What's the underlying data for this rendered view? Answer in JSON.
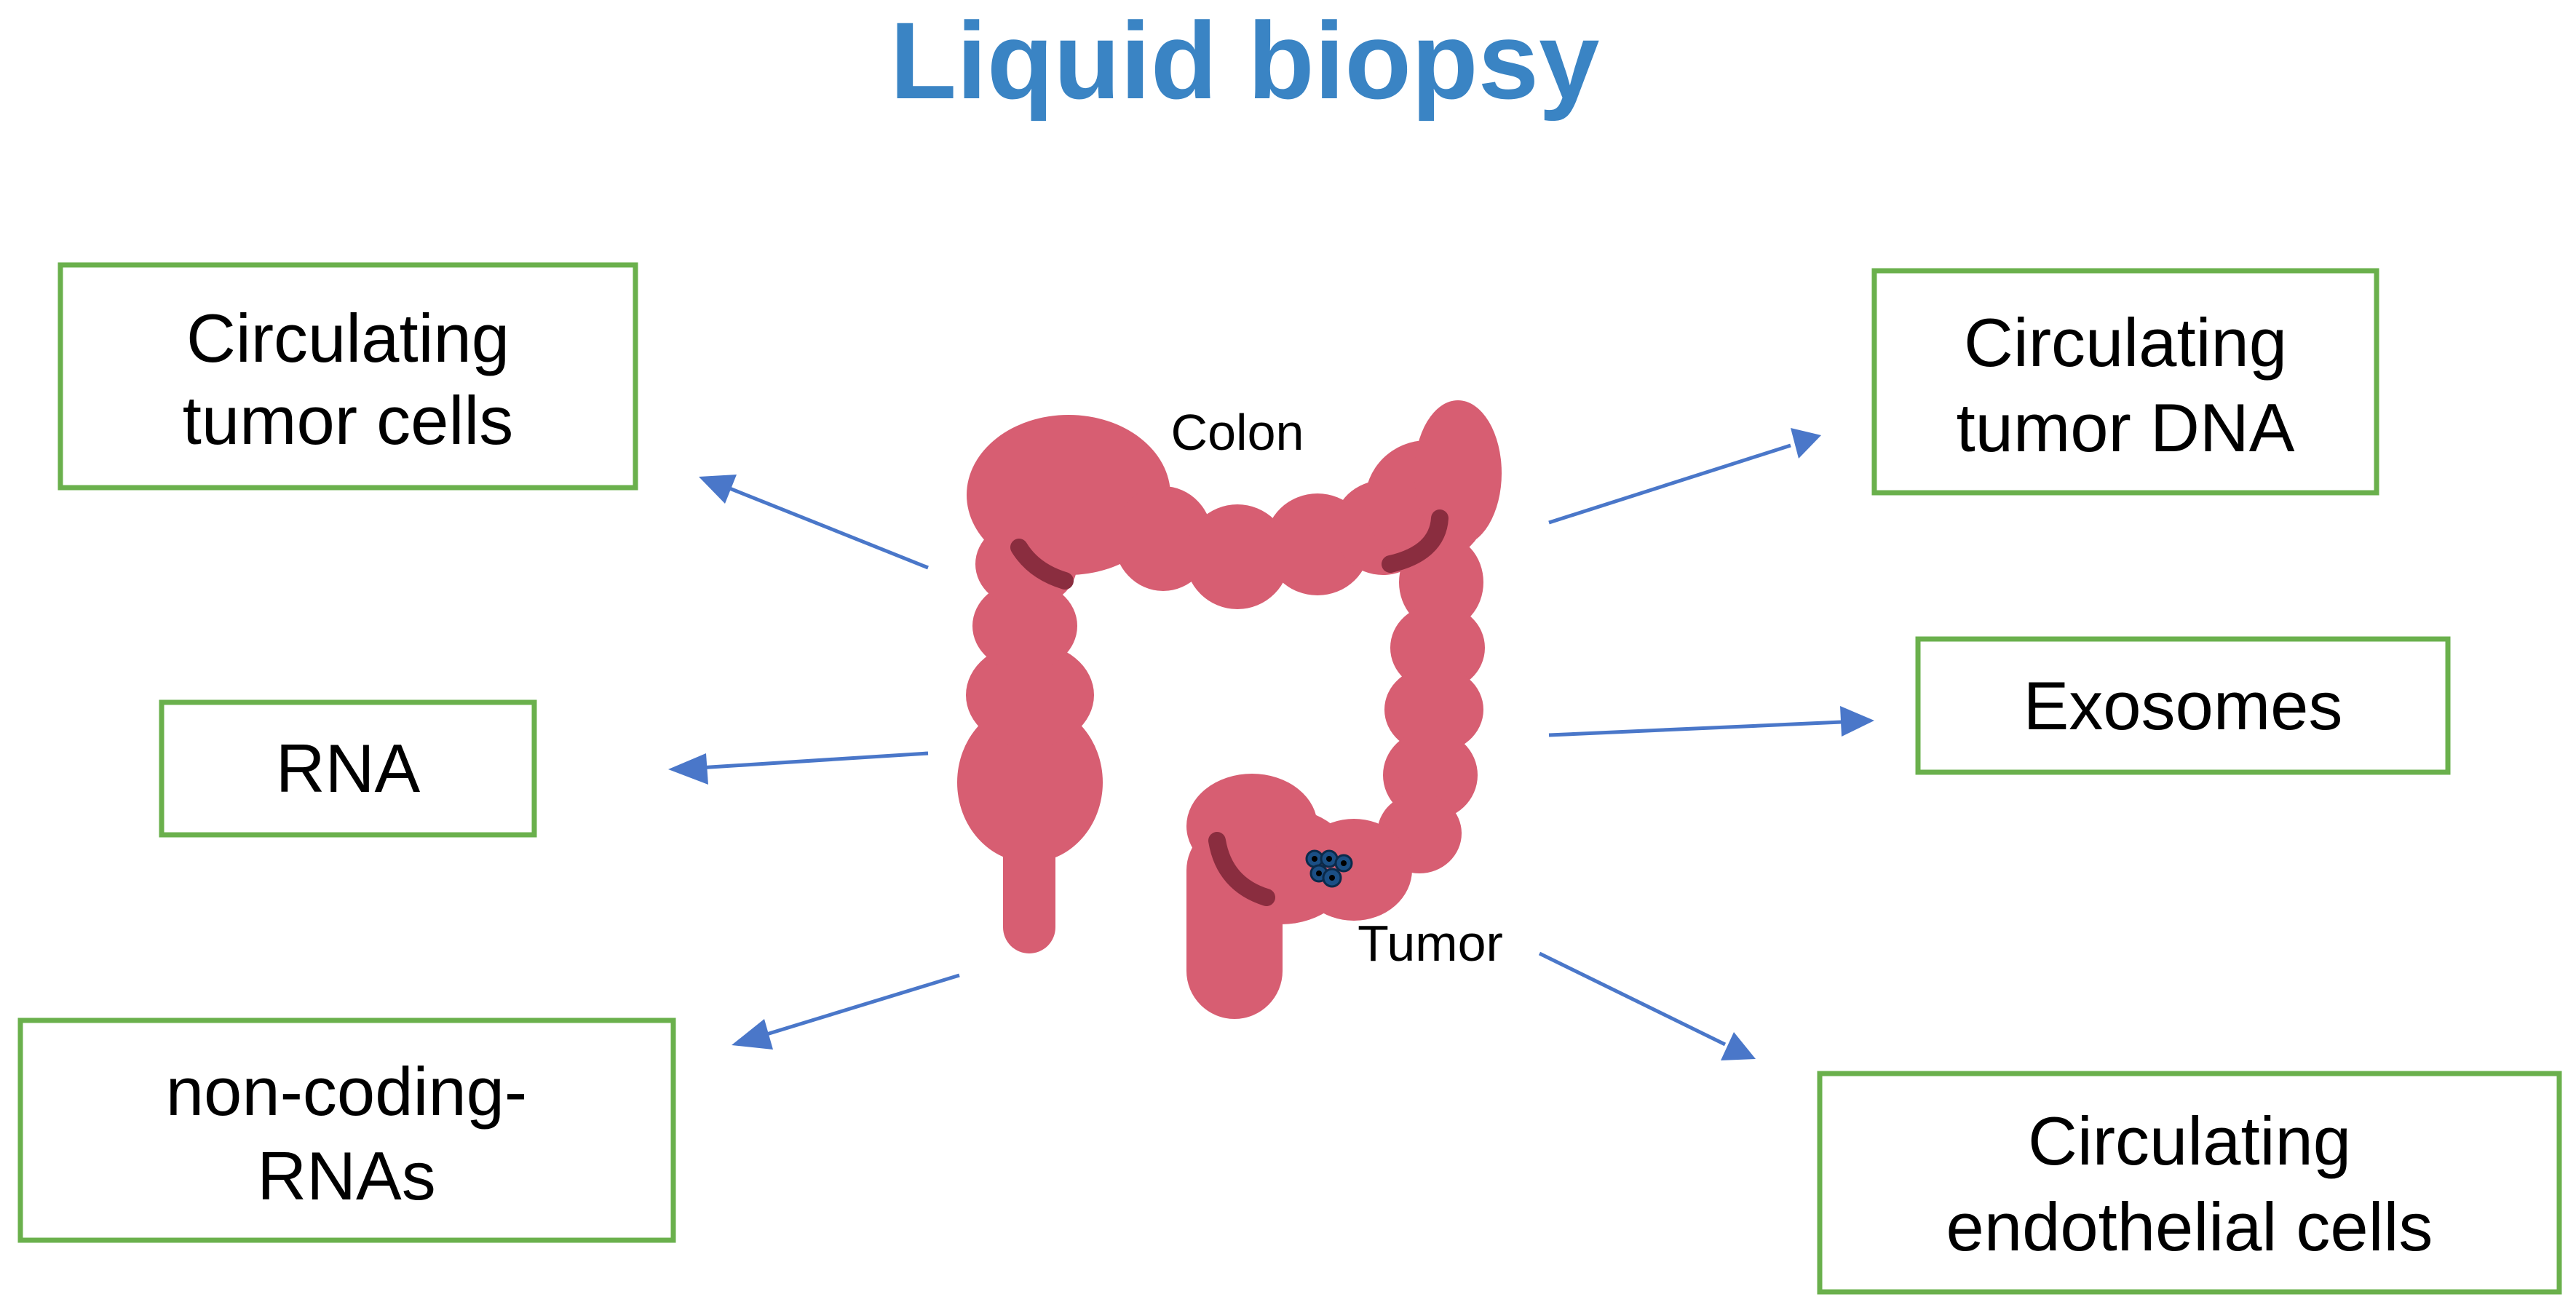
{
  "title": "Liquid biopsy",
  "labels": {
    "colon": "Colon",
    "tumor": "Tumor"
  },
  "boxes": {
    "ctc": {
      "line1": "Circulating",
      "line2": "tumor cells"
    },
    "rna": {
      "line1": "RNA"
    },
    "ncrna": {
      "line1": "non-coding-",
      "line2": "RNAs"
    },
    "ctdna": {
      "line1": "Circulating",
      "line2": "tumor DNA"
    },
    "exosomes": {
      "line1": "Exosomes"
    },
    "cec": {
      "line1": "Circulating",
      "line2": "endothelial cells"
    }
  },
  "colors": {
    "title": "#3a84c4",
    "box_border": "#6ab04c",
    "colon": "#d75e72",
    "colon_fold": "#8a2d3f",
    "arrow": "#4a77c9",
    "tumor_cell": "#1b4f85"
  }
}
